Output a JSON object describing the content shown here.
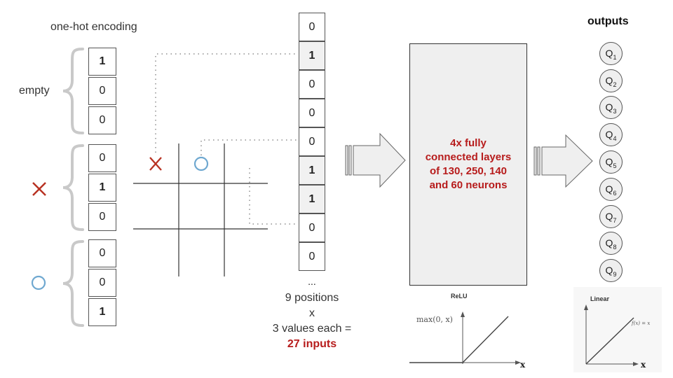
{
  "title": "one-hot encoding",
  "outputs_title": "outputs",
  "groups": [
    {
      "label": "empty",
      "values": [
        "1",
        "0",
        "0"
      ]
    },
    {
      "label": "X",
      "values": [
        "0",
        "1",
        "0"
      ]
    },
    {
      "label": "O",
      "values": [
        "0",
        "0",
        "1"
      ]
    }
  ],
  "board_marks": {
    "x": "X",
    "o": "O"
  },
  "input_vector": [
    "0",
    "1",
    "0",
    "0",
    "0",
    "1",
    "1",
    "0",
    "0"
  ],
  "vector_ellipsis": "...",
  "inputs_caption": {
    "line1": "9 positions",
    "line2": "x",
    "line3": "3 values each =",
    "line4": "27 inputs"
  },
  "network": {
    "line1": "4x fully",
    "line2": "connected layers",
    "line3": "of 130, 250, 140",
    "line4": "and 60 neurons"
  },
  "q_values": [
    "Q",
    "Q",
    "Q",
    "Q",
    "Q",
    "Q",
    "Q",
    "Q",
    "Q"
  ],
  "q_subscripts": [
    "1",
    "2",
    "3",
    "4",
    "5",
    "6",
    "7",
    "8",
    "9"
  ],
  "relu": {
    "title": "ReLU",
    "formula": "max(0, x)",
    "axis": "x"
  },
  "linear": {
    "title": "Linear",
    "formula": "f(x) = x",
    "axis": "x"
  },
  "colors": {
    "x_mark": "#b83222",
    "o_mark": "#6fa8d0",
    "highlight": "#b71c1c",
    "box_fill": "#efefef"
  }
}
